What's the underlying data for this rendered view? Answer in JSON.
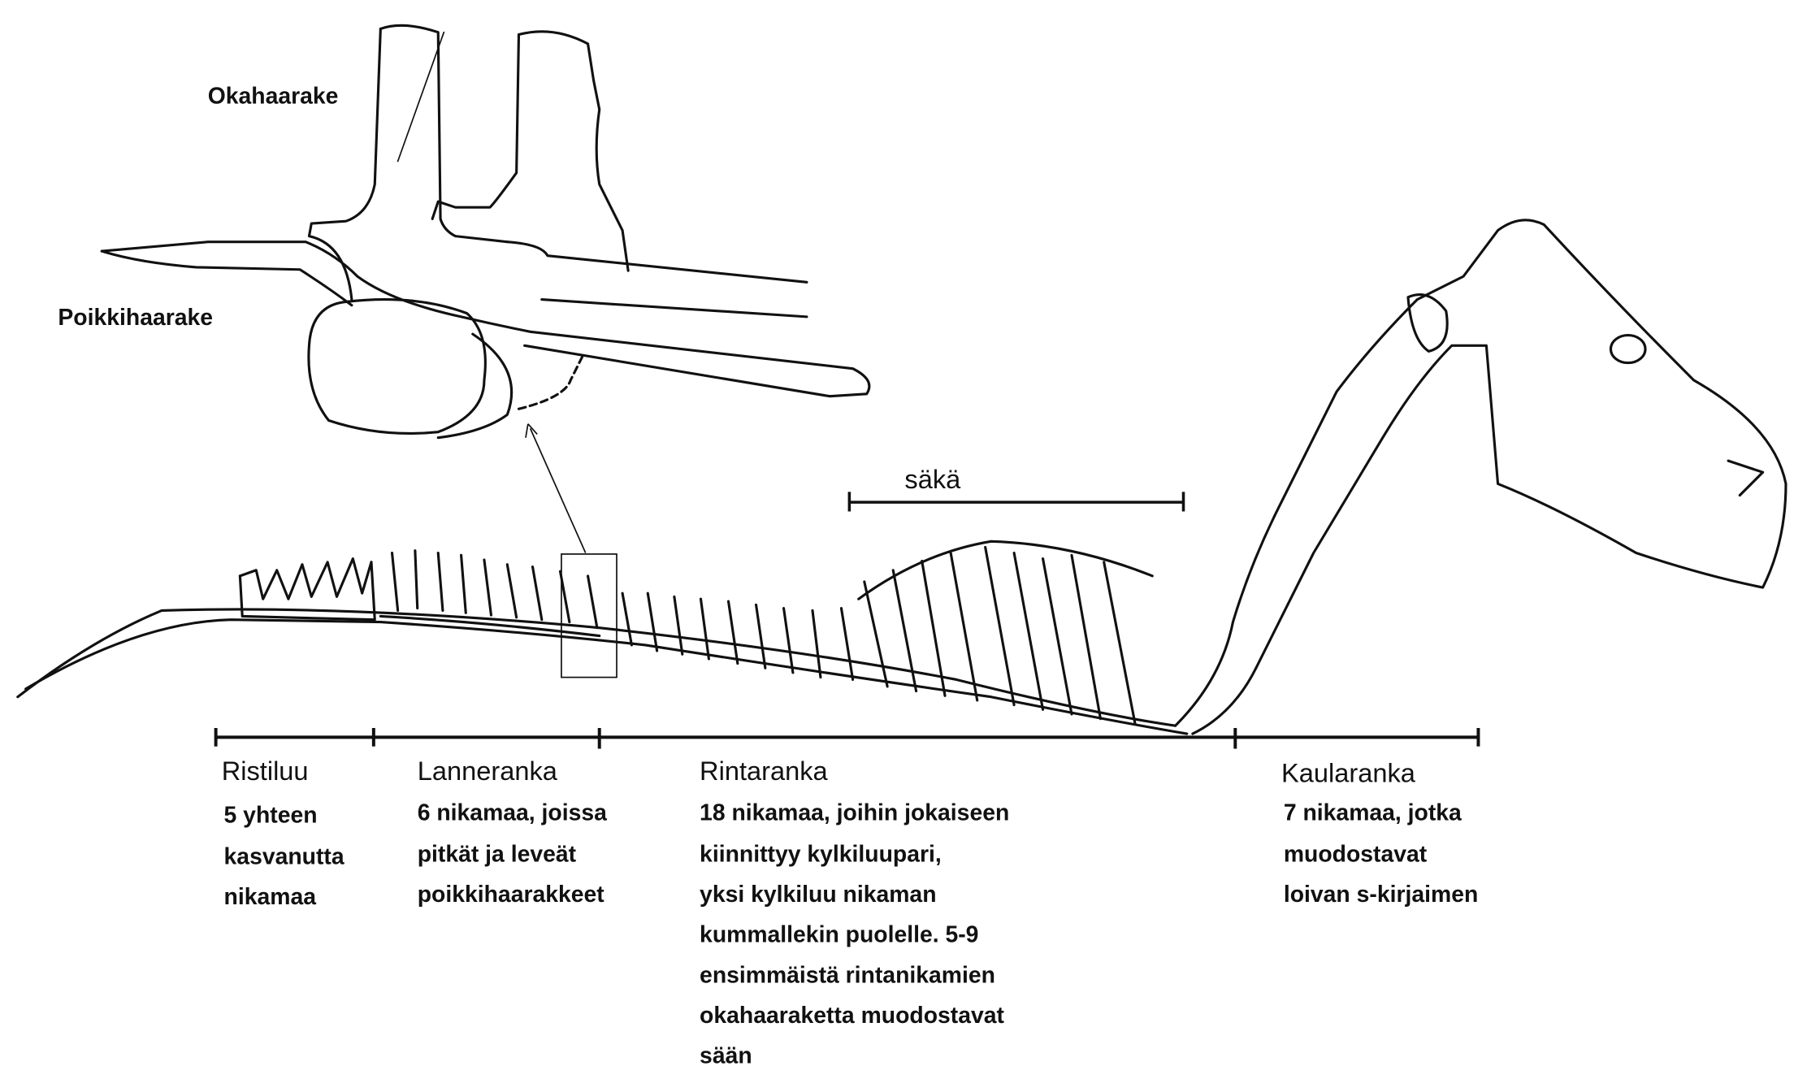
{
  "vertebra_labels": {
    "spinous_process": "Okahaarake",
    "transverse_process": "Poikkihaarake"
  },
  "withers_label": "säkä",
  "sections": [
    {
      "title": "Ristiluu",
      "lines": [
        "5 yhteen",
        "kasvanutta",
        "nikamaa"
      ]
    },
    {
      "title": "Lanneranka",
      "lines": [
        "6 nikamaa, joissa",
        "pitkät ja leveät",
        "poikkihaarakkeet"
      ]
    },
    {
      "title": "Rintaranka",
      "lines": [
        "18 nikamaa, joihin jokaiseen",
        "kiinnittyy kylkiluupari,",
        "yksi kylkiluu nikaman",
        "kummallekin puolelle. 5-9",
        "ensimmäistä rintanikamien",
        "okahaaraketta muodostavat",
        "sään"
      ]
    },
    {
      "title": "Kaularanka",
      "lines": [
        "7 nikamaa, jotka",
        "muodostavat",
        "loivan s-kirjaimen"
      ]
    }
  ]
}
